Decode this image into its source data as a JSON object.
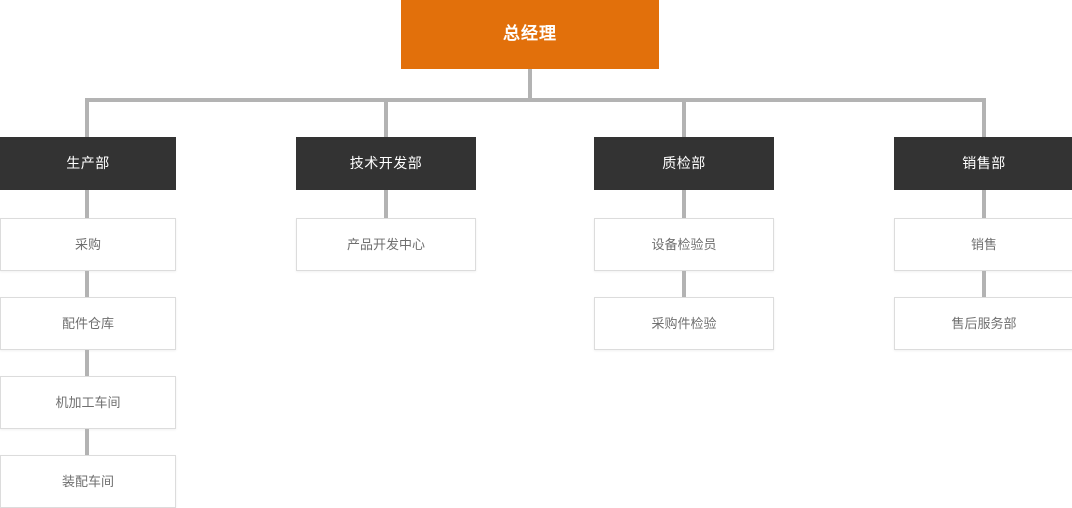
{
  "chart": {
    "type": "org-chart",
    "title_node": {
      "label": "总经理",
      "color": "#e2700b",
      "text_color": "#ffffff"
    },
    "connector_color": "#b3b3b3",
    "department_color": "#333333",
    "unit_border_color": "#dcdcdc",
    "unit_text_color": "#6f6f6f",
    "departments": [
      {
        "label": "生产部",
        "units": [
          {
            "label": "采购"
          },
          {
            "label": "配件仓库"
          },
          {
            "label": "机加工车间"
          },
          {
            "label": "装配车间"
          }
        ]
      },
      {
        "label": "技术开发部",
        "units": [
          {
            "label": "产品开发中心"
          }
        ]
      },
      {
        "label": "质检部",
        "units": [
          {
            "label": "设备检验员"
          },
          {
            "label": "采购件检验"
          }
        ]
      },
      {
        "label": "销售部",
        "units": [
          {
            "label": "销售"
          },
          {
            "label": "售后服务部"
          }
        ]
      }
    ]
  }
}
